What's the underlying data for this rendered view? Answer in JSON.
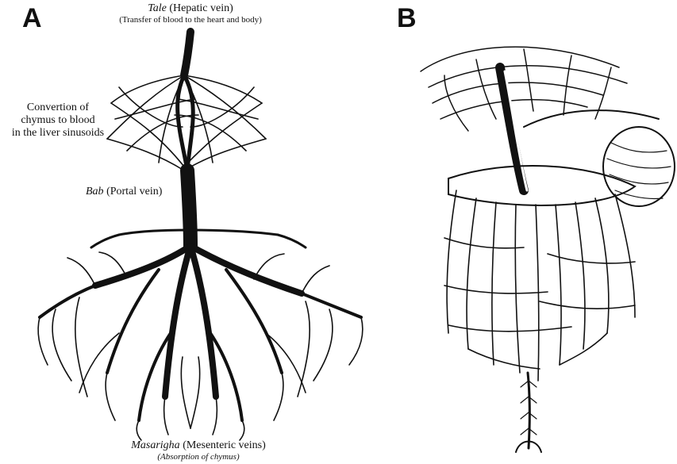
{
  "panels": [
    {
      "letter": "A"
    },
    {
      "letter": "B"
    }
  ],
  "labels": {
    "top": {
      "term": "Tale",
      "name": "(Hepatic vein)",
      "desc": "(Transfer of blood to the heart and body)"
    },
    "middle_left": {
      "line1": "Convertion of",
      "line2": "chymus to blood",
      "line3": "in the liver sinusoids"
    },
    "portal": {
      "term": "Bab",
      "name": "(Portal vein)"
    },
    "bottom": {
      "term": "Masarigha",
      "name": "(Mesenteric veins)",
      "desc": "(Absorption of chymus)"
    }
  },
  "colors": {
    "ink": "#111111",
    "background": "#ffffff"
  }
}
